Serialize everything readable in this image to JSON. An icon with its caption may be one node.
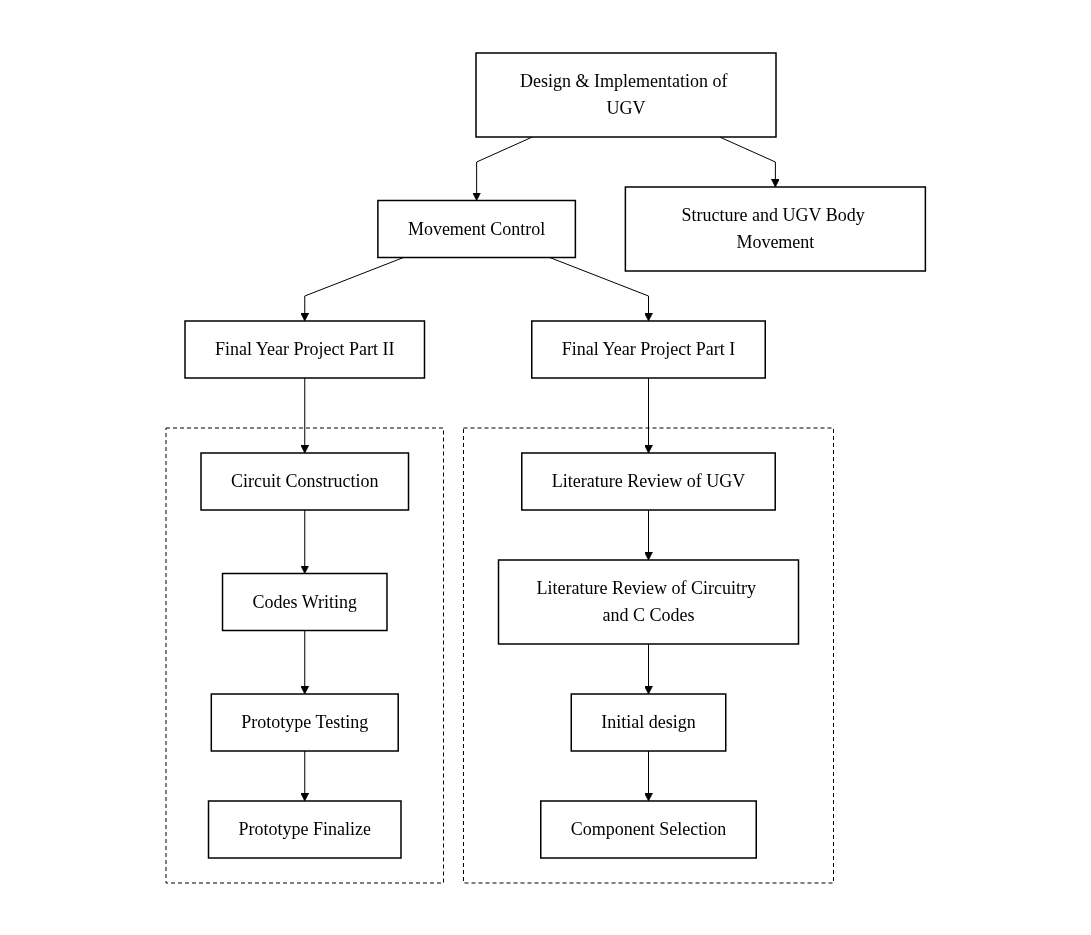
{
  "diagram": {
    "nodes": [
      {
        "text": [
          "Design & Implementation of UGV"
        ]
      },
      {
        "text": [
          "Movement Control"
        ]
      },
      {
        "text": [
          "Structure and UGV Body Movement"
        ]
      },
      {
        "text": [
          "Final Year Project Part I"
        ]
      },
      {
        "text": [
          "Final Year Project Part II"
        ]
      },
      {
        "text": [],
        "shape": "box"
      },
      {
        "text": [
          "Literature Review of UGV"
        ],
        "in": 5
      },
      {
        "text": [
          "Literature Review of Circuitry and C Codes"
        ],
        "in": 5
      },
      {
        "text": [
          "Initial design"
        ],
        "in": 5
      },
      {
        "text": [
          "Component Selection"
        ],
        "in": 5
      },
      {
        "text": [],
        "shape": "box"
      },
      {
        "text": [
          "Circuit Construction"
        ],
        "in": 10
      },
      {
        "text": [
          "Codes Writing"
        ],
        "in": 10
      },
      {
        "text": [
          "Prototype Testing"
        ],
        "in": 10
      },
      {
        "text": [
          "Prototype Finalize"
        ],
        "in": 10
      }
    ],
    "edges": [
      {
        "from": 0,
        "to": 1,
        "arrow": "to"
      },
      {
        "from": 0,
        "to": 2,
        "arrow": "to"
      },
      {
        "from": 1,
        "to": 3,
        "arrow": "to"
      },
      {
        "from": 1,
        "to": 4,
        "arrow": "to"
      },
      {
        "from": 3,
        "to": 6,
        "arrow": "to"
      },
      {
        "from": 6,
        "to": 7,
        "arrow": "to"
      },
      {
        "from": 7,
        "to": 8,
        "arrow": "to"
      },
      {
        "from": 8,
        "to": 9,
        "arrow": "to"
      },
      {
        "from": 4,
        "to": 11,
        "arrow": "to"
      },
      {
        "from": 11,
        "to": 12,
        "arrow": "to"
      },
      {
        "from": 12,
        "to": 13,
        "arrow": "to"
      },
      {
        "from": 13,
        "to": 14,
        "arrow": "to"
      }
    ]
  }
}
